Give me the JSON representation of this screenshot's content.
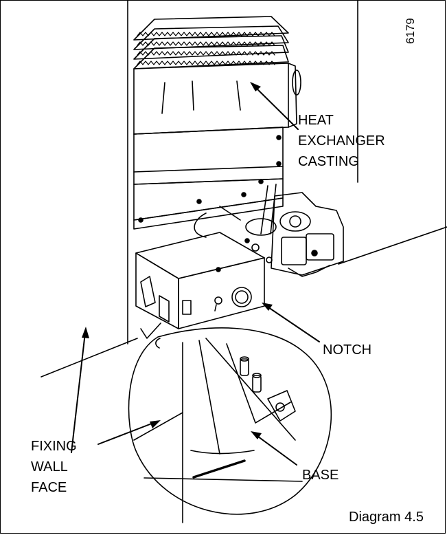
{
  "figure_number": "6179",
  "caption": "Diagram 4.5",
  "labels": {
    "heat_exchanger": "HEAT\nEXCHANGER\nCASTING",
    "notch": "NOTCH",
    "fixing_wall_face": "FIXING\nWALL\nFACE",
    "base": "BASE"
  }
}
